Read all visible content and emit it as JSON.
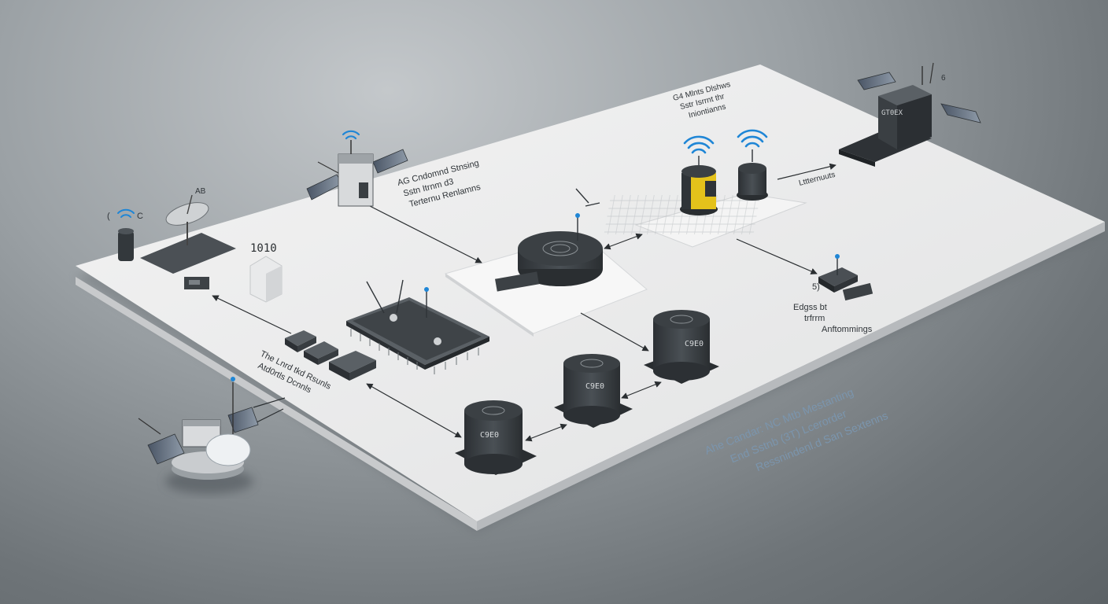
{
  "labels": {
    "satellite_caption": [
      "AG Cndomnd Stnsing",
      "Sstn Itrnm d3",
      "Terternu Renlamns"
    ],
    "top_right_caption": [
      "G4 Mlnts Dlshws",
      "Sstr Isrrnt thr",
      "Iniontianns"
    ],
    "right_satellite_tag": "GT0EX",
    "right_arrow_label": "Lttternuuts",
    "edge_caption": [
      "5)",
      "Edgss bt",
      "trfrrm",
      "Anftommings"
    ],
    "binary_text": "1010",
    "left_caption": [
      "The Lnrd tkd Rsunls",
      "Atd0rtls Dcnnls"
    ],
    "bottom_caption": [
      "Ahe Candar: NC Mtb Mestanting",
      "End Sstnb (3T) Lcerorder",
      "Ressnindenl.d San Sextenns"
    ],
    "node_texts": [
      "C9E0",
      "C9E0",
      "C9E0"
    ]
  },
  "icons": [
    "wifi-icon",
    "satellite-icon",
    "dish-icon",
    "antenna-icon",
    "chip-icon",
    "server-icon",
    "arrow-icon"
  ],
  "colors": {
    "platform": "#e9eaeb",
    "device_dark": "#3c4145",
    "wifi_blue": "#1f86d6",
    "sensor_yellow": "#e4c21b",
    "caption_blue": "#7b95ad"
  }
}
